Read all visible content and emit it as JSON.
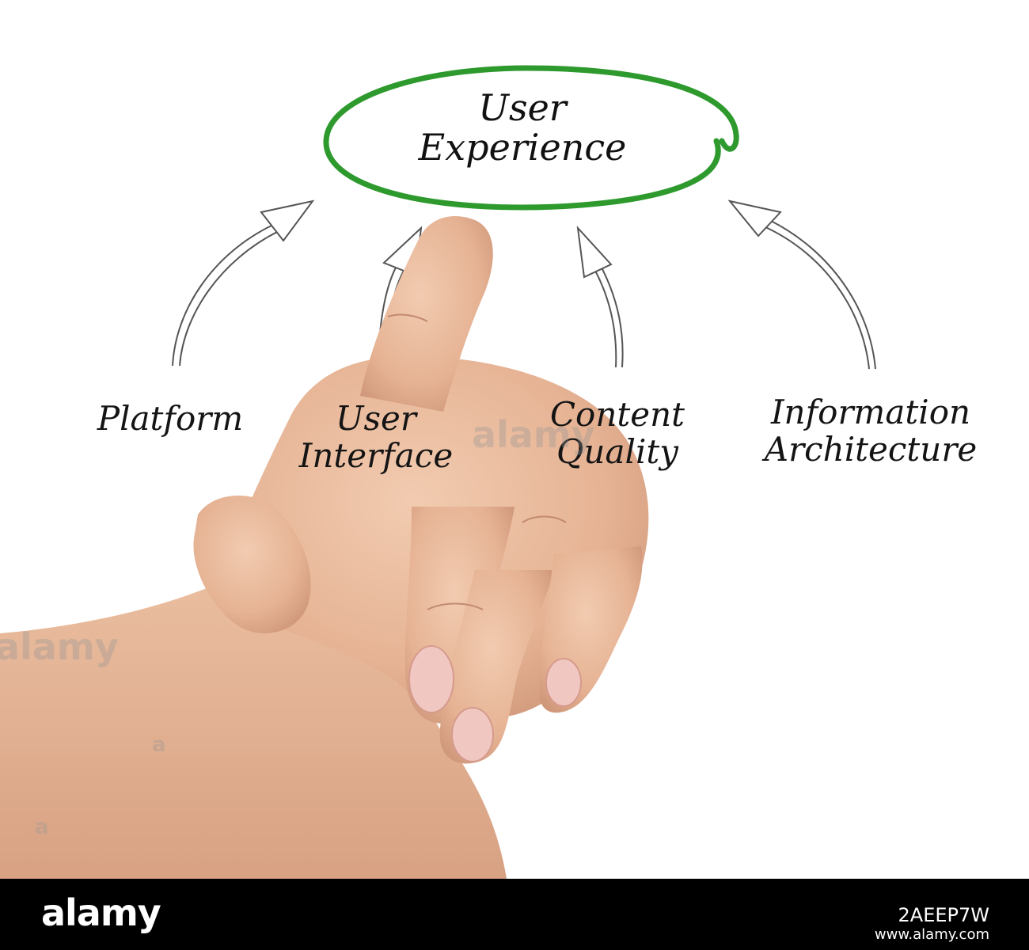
{
  "center": {
    "line1": "User",
    "line2": "Experience",
    "ring_color": "#2e9a2e"
  },
  "factors": [
    {
      "id": "platform",
      "lines": [
        "Platform"
      ]
    },
    {
      "id": "user-interface",
      "lines": [
        "User",
        "Interface"
      ]
    },
    {
      "id": "content-quality",
      "lines": [
        "Content",
        "Quality"
      ]
    },
    {
      "id": "information-architecture",
      "lines": [
        "Information",
        "Architecture"
      ]
    }
  ],
  "watermark": {
    "text": "alamy",
    "mark": "a"
  },
  "footer": {
    "logo": "alamy",
    "image_id": "2AEEP7W",
    "url": "www.alamy.com"
  },
  "colors": {
    "skin": "#e7b79a",
    "skin_shadow": "#c98f73",
    "arrow": "#555555",
    "footer_bg": "#000000"
  }
}
